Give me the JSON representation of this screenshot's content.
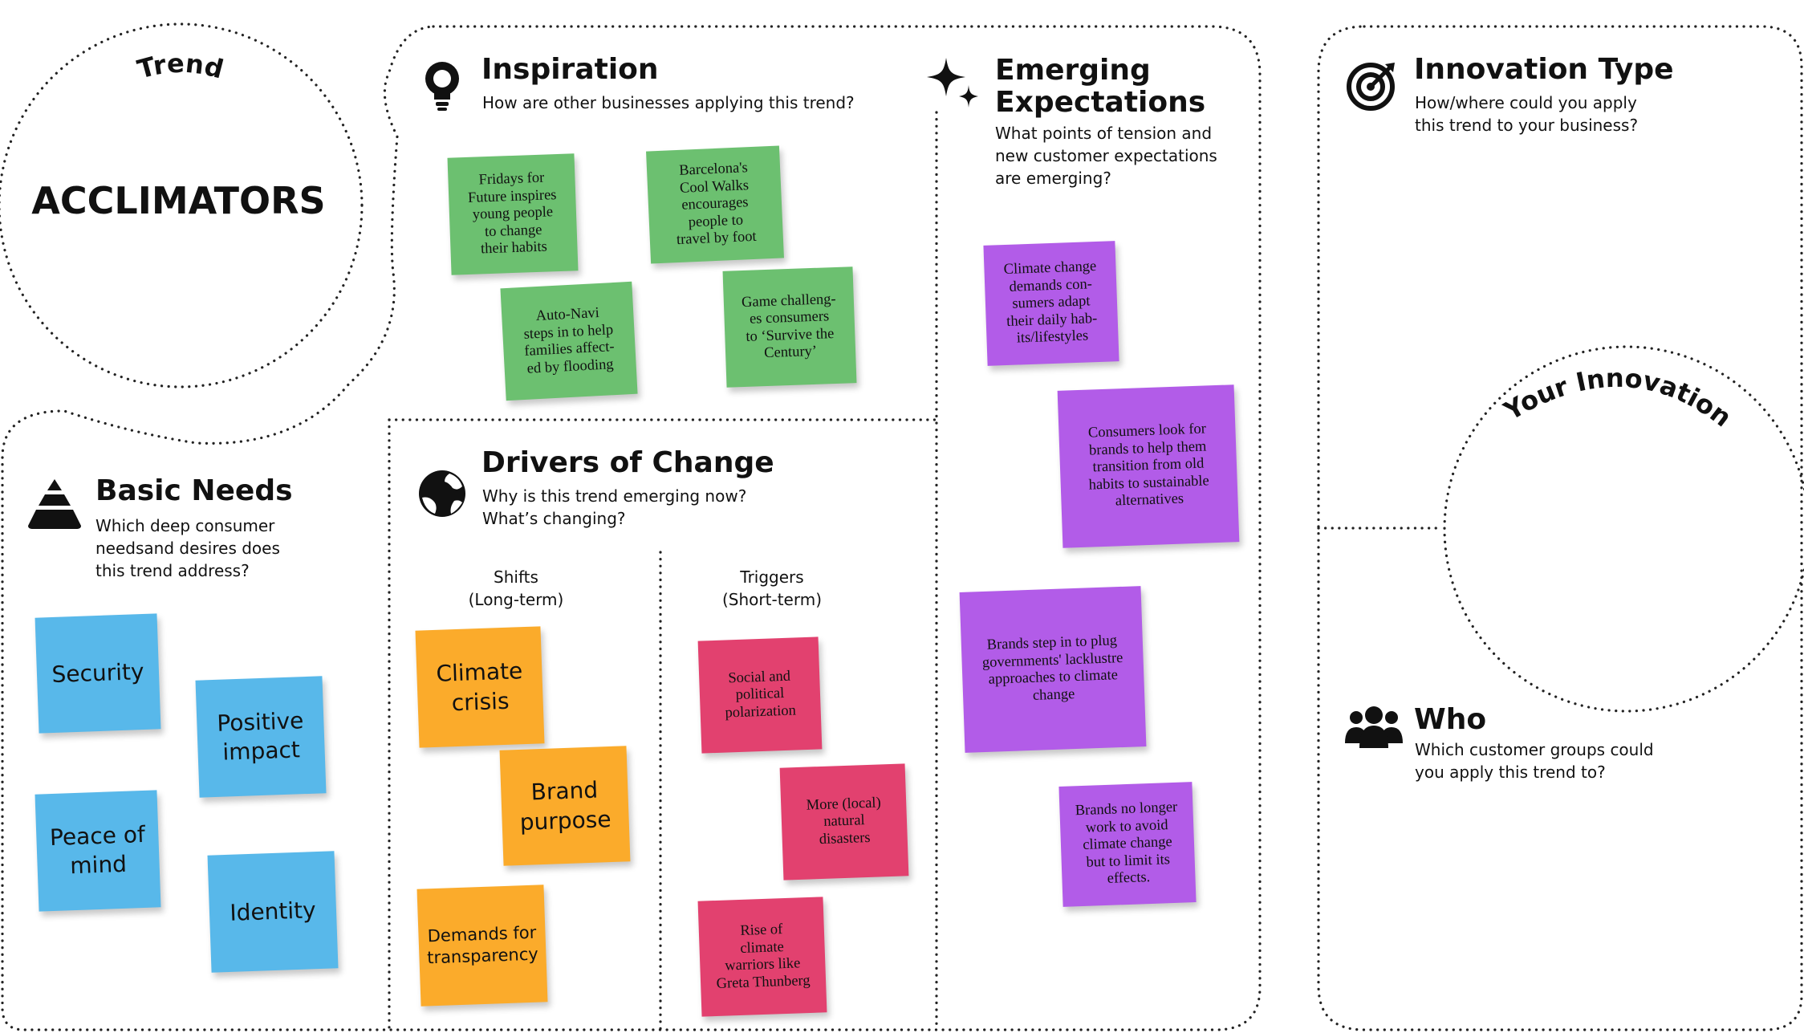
{
  "trend": {
    "label": "Trend",
    "name": "ACCLIMATORS"
  },
  "inspiration": {
    "title": "Inspiration",
    "question": "How are other businesses applying this trend?",
    "notes": [
      "Fridays for\nFuture inspires\nyoung people\nto change\ntheir habits",
      "Barcelona's\nCool Walks\nencourages\npeople to\ntravel by foot",
      "Auto-Navi\nsteps in to help\nfamilies affect-\ned by flooding",
      "Game challeng-\nes consumers\nto ‘Survive the\nCentury’"
    ]
  },
  "emerging_expectations": {
    "title": "Emerging\nExpectations",
    "question": "What points of tension and\nnew customer expectations\nare emerging?",
    "notes": [
      "Climate change\ndemands con-\nsumers adapt\ntheir daily hab-\nits/lifestyles",
      "Consumers look for\nbrands to help them\ntransition from old\nhabits to sustainable\nalternatives",
      "Brands step in to plug\ngovernments' lacklustre\napproaches to climate\nchange",
      "Brands no longer\nwork to avoid\nclimate change\nbut to limit its\neffects."
    ]
  },
  "innovation_type": {
    "title": "Innovation Type",
    "question": "How/where could you apply\nthis trend to your business?"
  },
  "your_innovation": {
    "label": "Your Innovation"
  },
  "who": {
    "title": "Who",
    "question": "Which customer groups could\nyou apply this trend to?"
  },
  "basic_needs": {
    "title": "Basic Needs",
    "question": "Which deep consumer\nneedsand desires does\nthis trend address?",
    "notes": [
      "Security",
      "Positive\nimpact",
      "Peace of\nmind",
      "Identity"
    ]
  },
  "drivers_of_change": {
    "title": "Drivers of Change",
    "question": "Why is this trend emerging now?\nWhat’s changing?",
    "shifts": {
      "heading": "Shifts\n(Long-term)",
      "notes": [
        "Climate\ncrisis",
        "Brand\npurpose",
        "Demands for\ntransparency"
      ]
    },
    "triggers": {
      "heading": "Triggers\n(Short-term)",
      "notes": [
        "Social and\npolitical\npolarization",
        "More (local)\nnatural\ndisasters",
        "Rise of\nclimate\nwarriors like\nGreta Thunberg"
      ]
    }
  },
  "colors": {
    "green": "#6cc070",
    "purple": "#b25ce8",
    "pink": "#e2416f",
    "blue": "#58b8ea",
    "orange": "#fbab2b",
    "border": "#222222"
  },
  "icons": [
    "lightbulb-icon",
    "sparkle-icon",
    "target-icon",
    "pyramid-icon",
    "globe-icon",
    "people-icon"
  ]
}
